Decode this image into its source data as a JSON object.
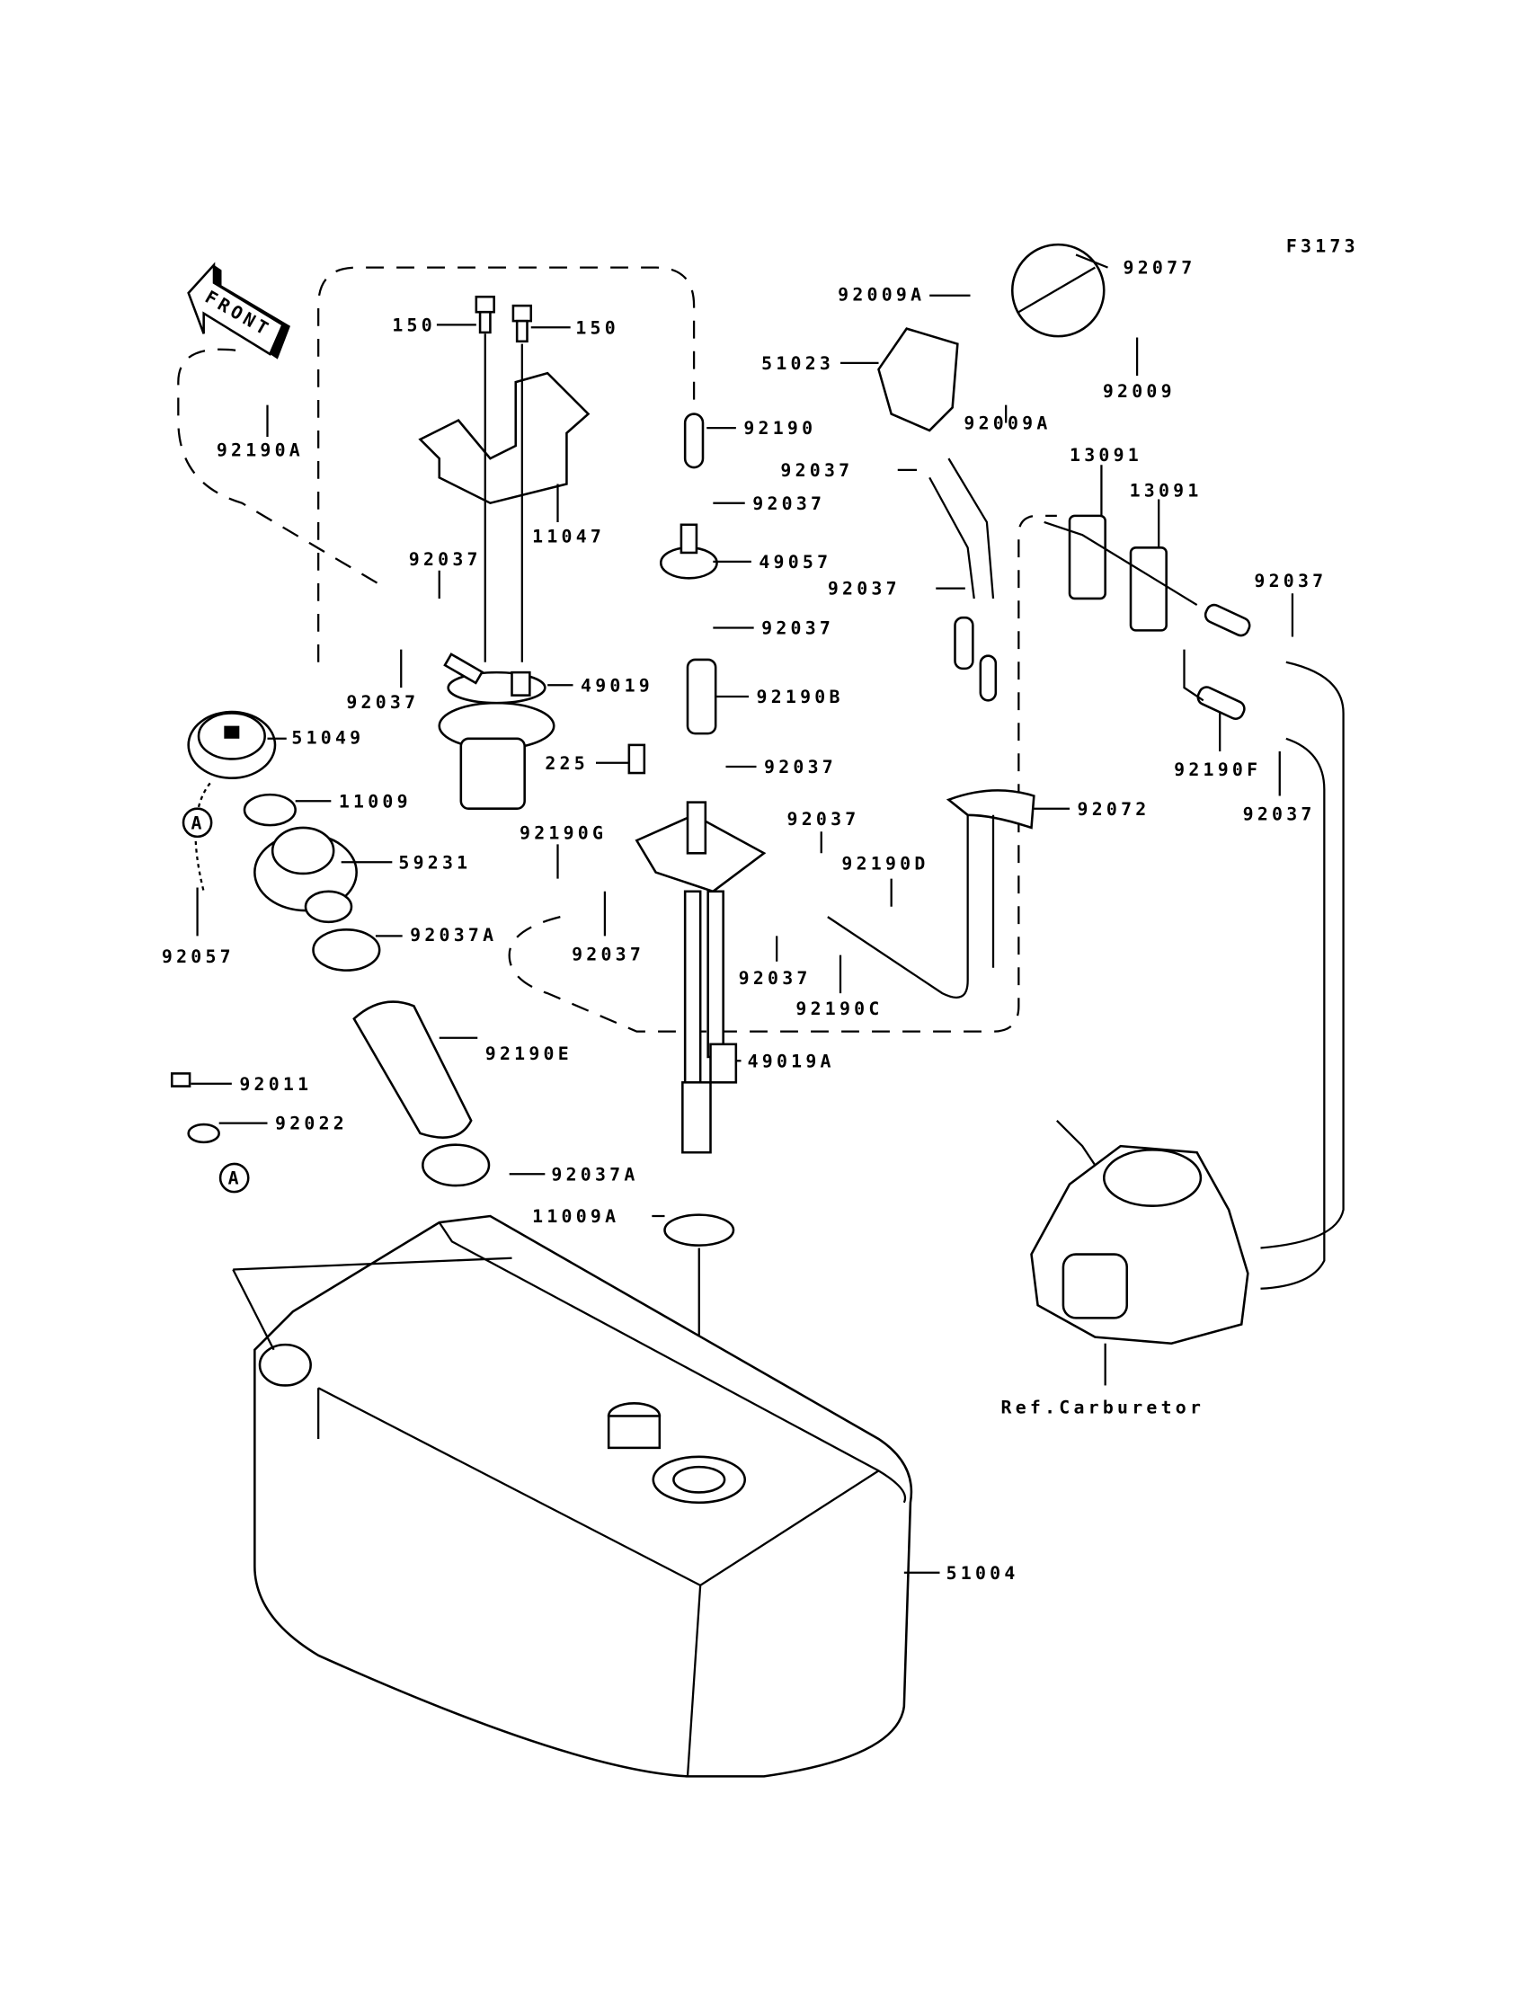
{
  "diagram": {
    "figure_code": "F3173",
    "front_arrow": "FRONT",
    "reference_marker": "A",
    "carburetor_ref": "Ref.Carburetor",
    "labels": [
      "92077",
      "92009A",
      "150",
      "150",
      "51023",
      "92190",
      "92009A",
      "92009",
      "92190A",
      "13091",
      "13091",
      "92037",
      "92037",
      "11047",
      "49057",
      "92037",
      "92037",
      "92037",
      "92037",
      "92037",
      "49019",
      "92190B",
      "51049",
      "225",
      "92037",
      "92190F",
      "11009",
      "92072",
      "92037",
      "92037",
      "92190G",
      "59231",
      "92190D",
      "92057",
      "92037A",
      "92037",
      "92037",
      "92190C",
      "92190E",
      "49019A",
      "92011",
      "92022",
      "92037A",
      "11009A",
      "51004"
    ]
  }
}
